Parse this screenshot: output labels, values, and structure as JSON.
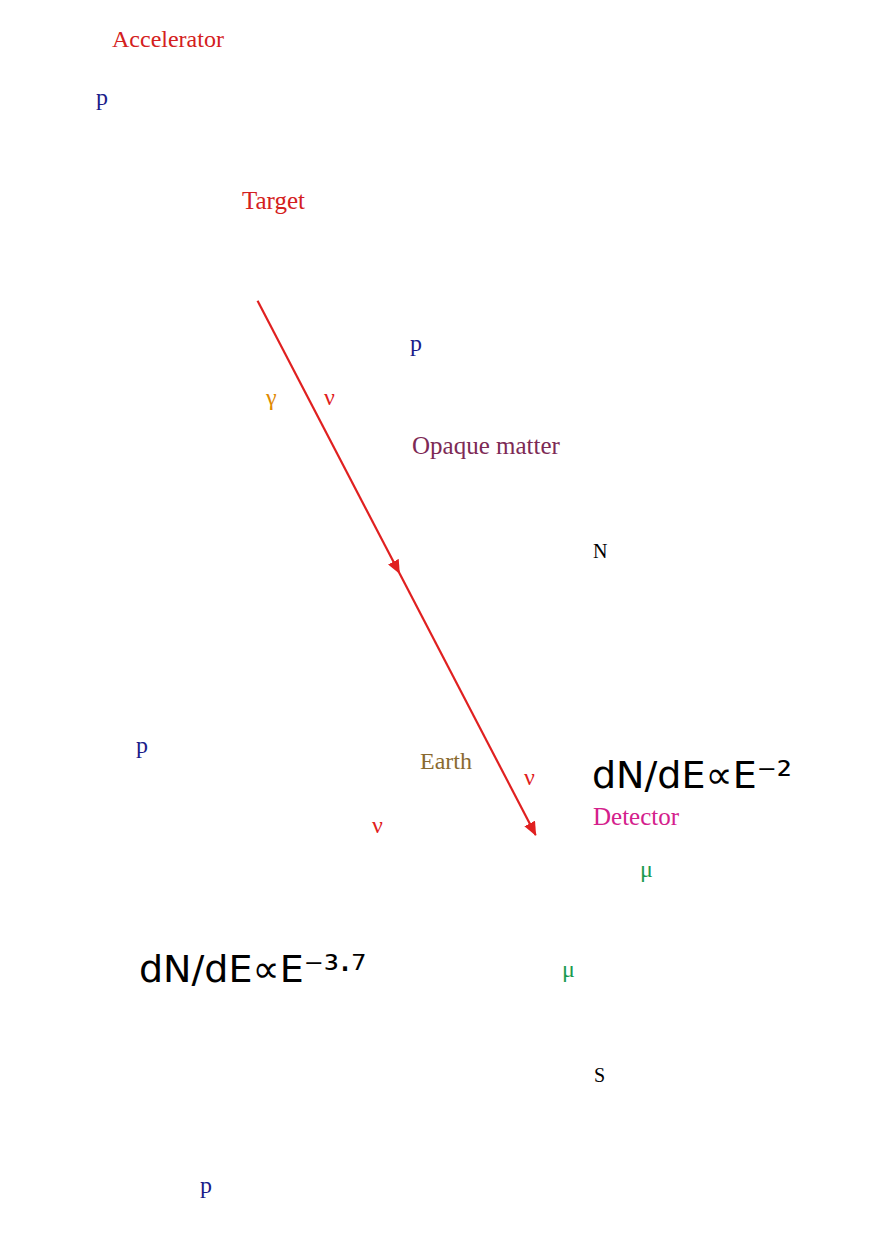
{
  "diagram": {
    "nodes": [
      {
        "text": [
          "Target"
        ]
      },
      {
        "text": [
          "Opaque matter"
        ]
      },
      {
        "text": [
          "Earth"
        ]
      },
      {
        "text": [
          "Detector"
        ],
        "in": 2
      }
    ],
    "edges": [
      {
        "from": 0,
        "to": 3,
        "arrow": "to"
      }
    ],
    "labels": [
      "Accelerator",
      "p",
      "p",
      "γ",
      "ν",
      "N",
      "p",
      "ν",
      "dN/dE∝E⁻²",
      "μ",
      "ν",
      "μ",
      "dN/dE∝E⁻³·⁷",
      "S",
      "p"
    ]
  }
}
